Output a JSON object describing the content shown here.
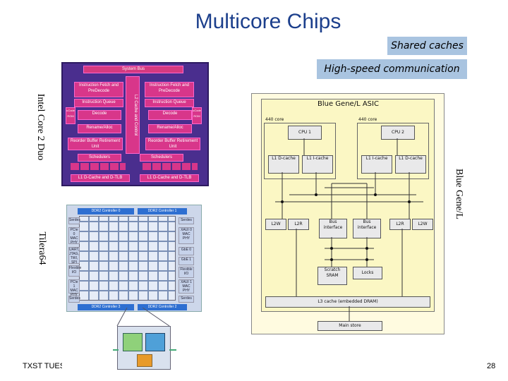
{
  "slide": {
    "title": "Multicore Chips",
    "callouts": [
      "Shared caches",
      "High-speed communication"
    ],
    "labels": {
      "intel": "Intel Core 2 Duo",
      "bluegene": "Blue Gene/L",
      "tilera": "Tilera64"
    },
    "footer": "TXST TUES M",
    "page_number": "28"
  },
  "intel_die": {
    "system_bus": "System Bus",
    "l2": "L2 Cache and Control",
    "fetch": "Instruction Fetch and PreDecode",
    "queue": "Instruction Queue",
    "decode": "Decode",
    "rename": "Rename/Alloc",
    "rob": "Reorder Buffer Retirement Unit",
    "sched": "Schedulers",
    "l1": "L1 D-Cache and D-TLB",
    "ucode": "uCode ROM"
  },
  "tilera_die": {
    "ddr_top": [
      "DDR2 Controller 0",
      "DDR2 Controller 1"
    ],
    "ddr_bottom": [
      "DDR2 Controller 3",
      "DDR2 Controller 2"
    ],
    "serdes": "Serdes",
    "left_ports": [
      "PCIe 0 MAC PHY",
      "UART, JTAG, TWI, SPI",
      "Flexible I/O",
      "PCIe 1 MAC PHY"
    ],
    "right_ports": [
      "XAUI 0 MAC PHY",
      "GbE 0",
      "GbE 1",
      "Flexible I/O",
      "XAUI 1 MAC PHY"
    ]
  },
  "bluegene_die": {
    "title": "Blue Gene/L ASIC",
    "core0": "440 core",
    "core1": "440 core",
    "cpu1": "CPU 1",
    "cpu2": "CPU 2",
    "l1": [
      "L1 D-cache",
      "L1 I-cache",
      "L1 I-cache",
      "L1 D-cache"
    ],
    "l2": [
      "L2W",
      "L2R",
      "L2R",
      "L2W"
    ],
    "bus": [
      "Bus interface",
      "Bus interface"
    ],
    "scratch": "Scratch SRAM",
    "locks": "Locks",
    "l3": "L3 cache (embedded DRAM)",
    "main": "Main store"
  }
}
